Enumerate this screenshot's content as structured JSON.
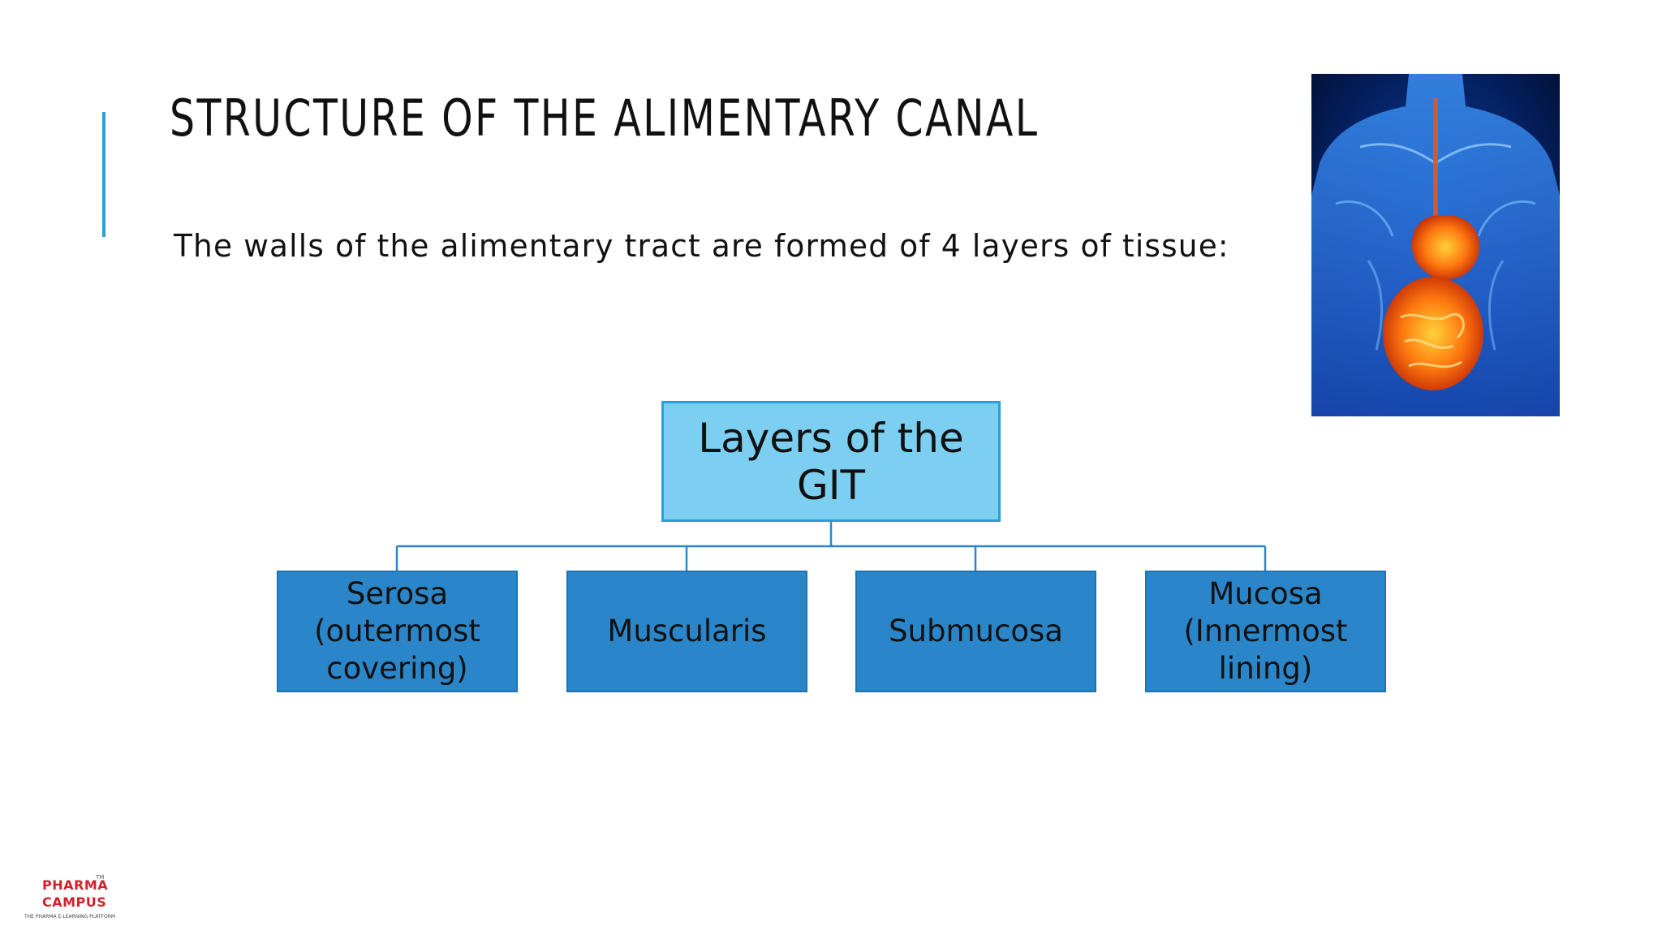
{
  "slide": {
    "title": "STRUCTURE OF THE ALIMENTARY CANAL",
    "subtitle": "The walls of the alimentary tract are formed of 4 layers of tissue:"
  },
  "diagram": {
    "root": {
      "label": "Layers of the GIT"
    },
    "children": [
      {
        "label": "Serosa (outermost covering)"
      },
      {
        "label": "Muscularis"
      },
      {
        "label": "Submucosa"
      },
      {
        "label": "Mucosa (Innermost lining)"
      }
    ],
    "colors": {
      "root_fill": "#7ccff0",
      "child_fill": "#2a86c9",
      "connector": "#2a86c9",
      "accent_bar": "#2a9fd8"
    }
  },
  "logo": {
    "line1": "PHARMA",
    "line2": "CAMPUS",
    "trademark": "TM",
    "tagline": "THE PHARMA E-LEARNING PLATFORM"
  }
}
